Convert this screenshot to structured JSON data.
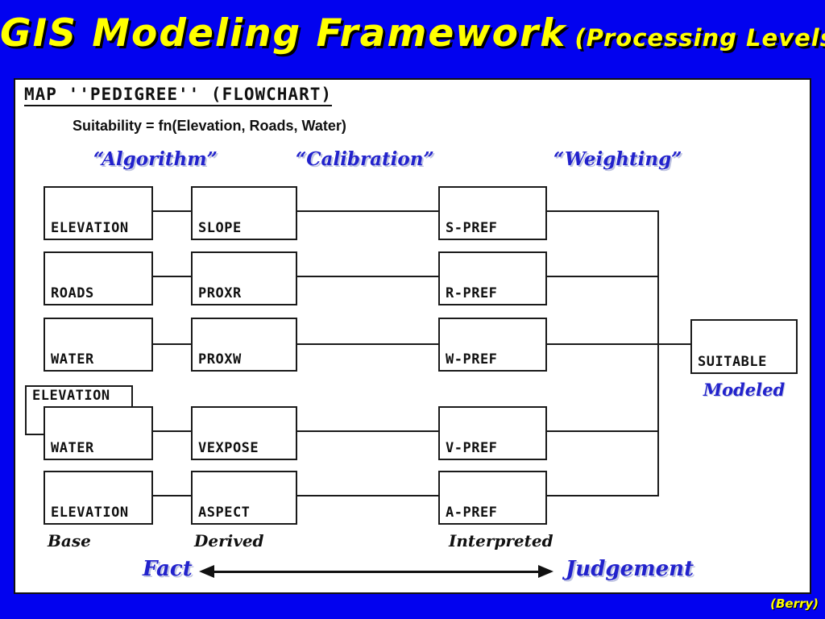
{
  "title": {
    "main": "GIS Modeling Framework",
    "sub": "(Processing Levels)"
  },
  "credit": "(Berry)",
  "flowchart": {
    "heading": "MAP ''PEDIGREE'' (FLOWCHART)",
    "formula": "Suitability = fn(Elevation, Roads, Water)",
    "process_labels": {
      "algorithm": "“Algorithm”",
      "calibration": "“Calibration”",
      "weighting": "“Weighting”"
    },
    "rows": [
      {
        "base": "ELEVATION",
        "derived": "SLOPE",
        "interpreted": "S-PREF"
      },
      {
        "base": "ROADS",
        "derived": "PROXR",
        "interpreted": "R-PREF"
      },
      {
        "base": "WATER",
        "derived": "PROXW",
        "interpreted": "W-PREF"
      },
      {
        "base_back": "ELEVATION",
        "base": "WATER",
        "derived": "VEXPOSE",
        "interpreted": "V-PREF"
      },
      {
        "base": "ELEVATION",
        "derived": "ASPECT",
        "interpreted": "A-PREF"
      }
    ],
    "result": {
      "label": "SUITABLE",
      "caption": "Modeled"
    },
    "level_labels": {
      "base": "Base",
      "derived": "Derived",
      "interpreted": "Interpreted"
    },
    "spectrum": {
      "left": "Fact",
      "right": "Judgement"
    }
  },
  "colors": {
    "background": "#0202EF",
    "title_yellow": "#FFFF00",
    "accent_blue": "#2222CC"
  }
}
